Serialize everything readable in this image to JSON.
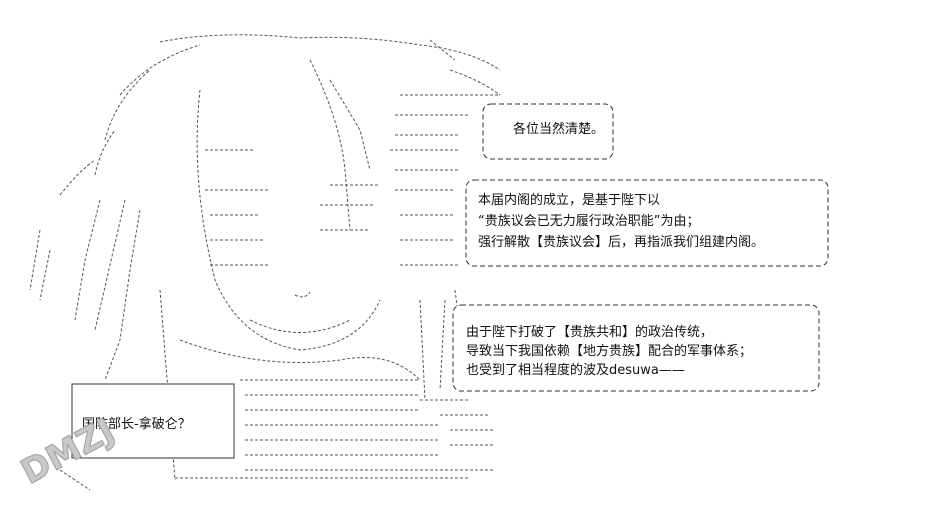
{
  "bubbles": {
    "speech1": {
      "text": "各位当然清楚。"
    },
    "speech2": {
      "line1": "本届内阁的成立，是基于陛下以",
      "line2": "“贵族议会已无力履行政治职能”为由；",
      "line3": "强行解散【贵族议会】后，再指派我们组建内阁。"
    },
    "speech3": {
      "line1": "由于陛下打破了【贵族共和】的政治传统，",
      "line2": "导致当下我国依赖【地方贵族】配合的军事体系；",
      "line3": "也受到了相当程度的波及desuwa——"
    }
  },
  "caption": {
    "text": "国防部长-拿破仑？"
  },
  "watermark": {
    "text": "DMZJ"
  }
}
